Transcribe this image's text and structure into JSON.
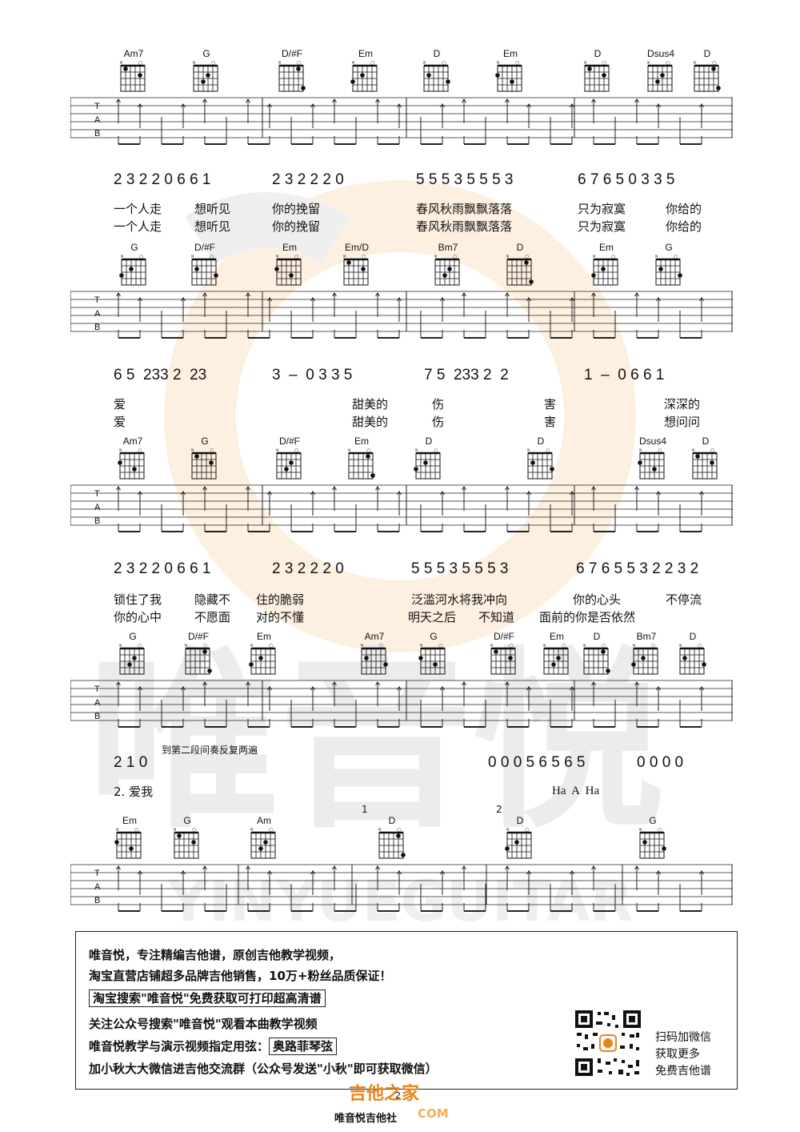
{
  "systems": [
    {
      "chords": [
        "Am7",
        "G",
        "D/#F",
        "Em",
        "D",
        "Em",
        "D",
        "Dsus4",
        "D"
      ],
      "jianpu": [
        "2 3 2 2 0 6 6 1",
        "2 3 2 2 2 0",
        "5 5 5 3 5 5 5 3",
        "6 7 6 5 0 3 3 5"
      ],
      "lyrics1": [
        "一个人走",
        "想听见",
        "你的挽留",
        "春风秋雨飘飘落落",
        "只为寂寞",
        "你给的"
      ],
      "lyrics2": [
        "一个人走",
        "想听见",
        "你的挽留",
        "春风秋雨飘飘落落",
        "只为寂寞",
        "你给的"
      ]
    },
    {
      "chords": [
        "G",
        "D/#F",
        "Em",
        "Em/D",
        "Bm7",
        "D",
        "Em",
        "G"
      ],
      "jianpu": [
        "6 5  233 2  23",
        "3  –  0 3 3 5",
        "7 5  233 2  2",
        "1  –  0 6 6 1"
      ],
      "lyrics1": [
        "爱",
        "甜美的",
        "伤",
        "害",
        "深深的"
      ],
      "lyrics2": [
        "爱",
        "甜美的",
        "伤",
        "害",
        "想问问"
      ]
    },
    {
      "chords": [
        "Am7",
        "G",
        "D/#F",
        "Em",
        "D",
        "D",
        "Dsus4",
        "D"
      ],
      "jianpu": [
        "2 3 2 2 0 6 6 1",
        "2 3 2 2 2 0",
        "5 5 5 3 5 5 5 3",
        "6 7 6 5 5 3 2 2 3 2"
      ],
      "lyrics1": [
        "锁住了我",
        "隐藏不",
        "住的脆弱",
        "泛滥河水将我冲向",
        "你的心头",
        "不停流"
      ],
      "lyrics2": [
        "你的心中",
        "不愿面",
        "对的不懂",
        "明天之后",
        "不知道",
        "面前的你是否依然"
      ]
    },
    {
      "chords": [
        "G",
        "D/#F",
        "Em",
        "Am7",
        "G",
        "D/#F",
        "Em",
        "D",
        "Bm7",
        "D"
      ],
      "jianpu": [
        "2 1 0",
        "0 0 0 5 6 5 6 5",
        "0 0 0 0"
      ],
      "note": "到第二段间奏反复两遍",
      "lyrics1": [
        "2. 爱我",
        "Ha  A  Ha"
      ]
    },
    {
      "chords": [
        "Em",
        "G",
        "Am",
        "D",
        "D",
        "G"
      ],
      "volta": [
        "1",
        "2"
      ]
    }
  ],
  "tab_letters": [
    "T",
    "A",
    "B"
  ],
  "info": {
    "line1": "唯音悦，专注精编吉他谱，原创吉他教学视频，",
    "line2": "淘宝直营店铺超多品牌吉他销售，10万+粉丝品质保证！",
    "line3": "淘宝搜索\"唯音悦\"免费获取可打印超高清谱",
    "line4": "关注公众号搜索\"唯音悦\"观看本曲教学视频",
    "line5_a": "唯音悦教学与演示视频指定用弦：",
    "line5_b": "奥路菲琴弦",
    "line6": "加小秋大大微信进吉他交流群（公众号发送\"小秋\"即可获取微信）",
    "qr_text": [
      "扫码加微信",
      "获取更多",
      "免费吉他谱"
    ]
  },
  "watermark": {
    "brand": "唯音悦",
    "latin": "YINYUEGUITAR"
  },
  "footer": {
    "brand": "吉他之家",
    "page": "2",
    "site": "唯音悦吉他社",
    "site2": "COM"
  },
  "colors": {
    "ink": "#111111",
    "watermark_gray": "#e6e6e6",
    "watermark_orange": "#fbe3c4",
    "footer_orange": "#e8841a"
  }
}
